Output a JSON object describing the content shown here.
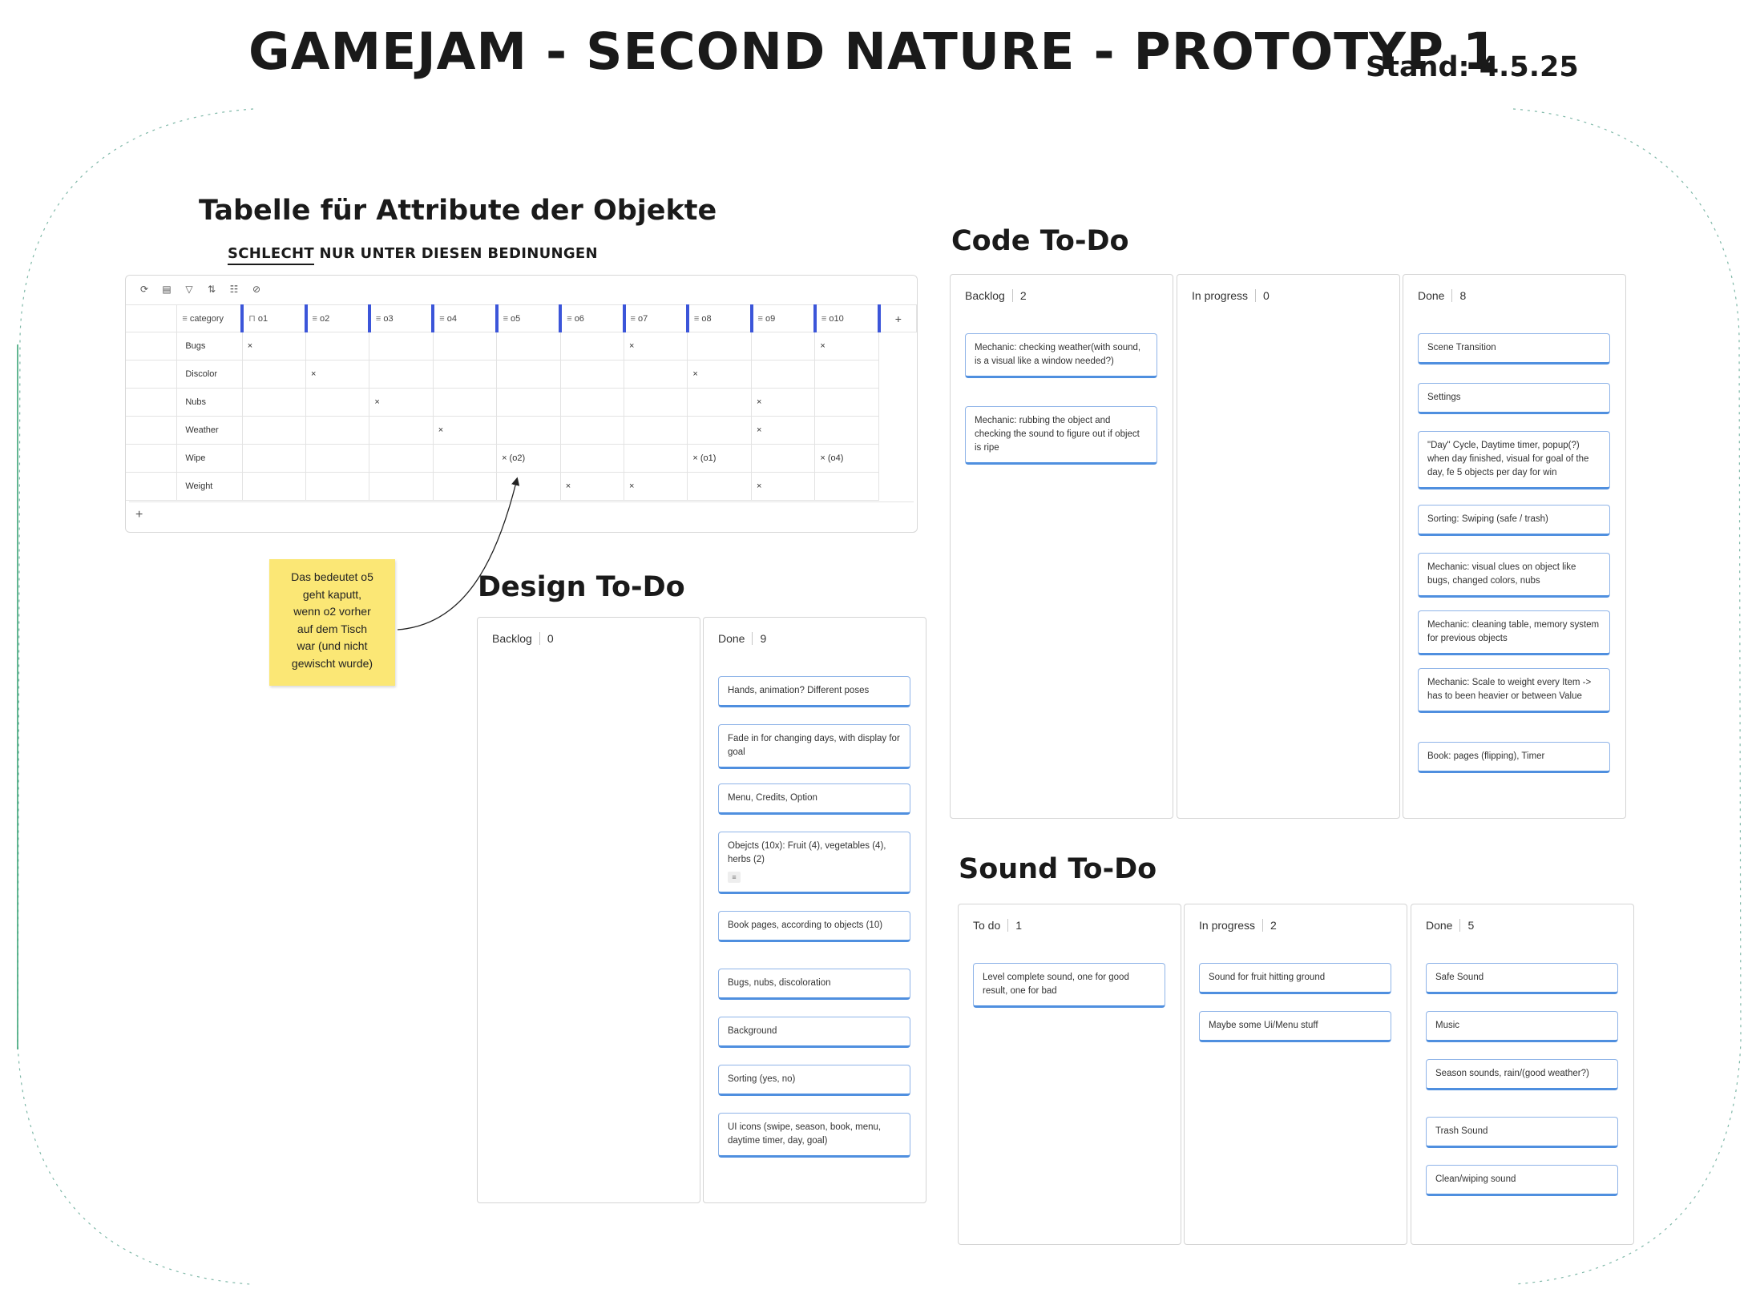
{
  "title": "GAMEJAM - SECOND NATURE - PROTOTYP 1",
  "stand": "Stand: 4.5.25",
  "attribute_table": {
    "heading": "Tabelle für Attribute der Objekte",
    "subheading_underlined": "SCHLECHT",
    "subheading_rest": " NUR UNTER DIESEN BEDINUNGEN",
    "toolbar_icons": [
      "refresh-icon",
      "layout-icon",
      "filter-icon",
      "sort-icon",
      "group-icon",
      "hide-icon"
    ],
    "columns": [
      "category",
      "o1",
      "o2",
      "o3",
      "o4",
      "o5",
      "o6",
      "o7",
      "o8",
      "o9",
      "o10"
    ],
    "add_column_label": "+",
    "add_row_label": "+",
    "rows": [
      {
        "category": "Bugs",
        "cells": [
          "×",
          "",
          "",
          "",
          "",
          "",
          "×",
          "",
          "",
          "×"
        ]
      },
      {
        "category": "Discolor",
        "cells": [
          "",
          "×",
          "",
          "",
          "",
          "",
          "",
          "×",
          "",
          ""
        ]
      },
      {
        "category": "Nubs",
        "cells": [
          "",
          "",
          "×",
          "",
          "",
          "",
          "",
          "",
          "×",
          ""
        ]
      },
      {
        "category": "Weather",
        "cells": [
          "",
          "",
          "",
          "×",
          "",
          "",
          "",
          "",
          "×",
          ""
        ]
      },
      {
        "category": "Wipe",
        "cells": [
          "",
          "",
          "",
          "",
          "× (o2)",
          "",
          "",
          "× (o1)",
          "",
          "× (o4)"
        ]
      },
      {
        "category": "Weight",
        "cells": [
          "",
          "",
          "",
          "",
          "",
          "×",
          "×",
          "",
          "×",
          ""
        ]
      }
    ]
  },
  "sticky_note": {
    "lines": [
      "Das bedeutet o5",
      "geht kaputt,",
      "wenn o2 vorher",
      "auf dem Tisch",
      "war (und nicht",
      "gewischt wurde)"
    ]
  },
  "design_todo": {
    "heading": "Design To-Do",
    "columns": [
      {
        "name": "Backlog",
        "count": "0",
        "cards": []
      },
      {
        "name": "Done",
        "count": "9",
        "cards": [
          "Hands, animation? Different poses",
          "Fade in for changing days, with display for goal",
          "Menu, Credits, Option",
          "Obejcts (10x): Fruit (4), vegetables (4), herbs (2)",
          "Book pages, according to objects (10)",
          "Bugs, nubs, discoloration",
          "Background",
          "Sorting (yes, no)",
          "UI icons (swipe, season, book, menu, daytime timer, day, goal)"
        ]
      }
    ]
  },
  "code_todo": {
    "heading": "Code To-Do",
    "columns": [
      {
        "name": "Backlog",
        "count": "2",
        "cards": [
          "Mechanic: checking weather(with sound, is a visual like a window needed?)",
          "Mechanic: rubbing the object and checking the sound to figure out if object is ripe"
        ]
      },
      {
        "name": "In progress",
        "count": "0",
        "cards": []
      },
      {
        "name": "Done",
        "count": "8",
        "cards": [
          "Scene Transition",
          "Settings",
          "\"Day\" Cycle, Daytime timer, popup(?) when day finished, visual for goal of the day, fe 5 objects per day for win",
          "Sorting: Swiping (safe / trash)",
          "Mechanic: visual clues on object like bugs, changed colors, nubs",
          "Mechanic: cleaning table, memory system for previous objects",
          "Mechanic: Scale to weight every Item -> has to been heavier or between Value",
          "Book: pages (flipping), Timer"
        ]
      }
    ]
  },
  "sound_todo": {
    "heading": "Sound To-Do",
    "columns": [
      {
        "name": "To do",
        "count": "1",
        "cards": [
          "Level complete sound, one for good result, one for bad"
        ]
      },
      {
        "name": "In progress",
        "count": "2",
        "cards": [
          "Sound for fruit hitting ground",
          "Maybe some Ui/Menu stuff"
        ]
      },
      {
        "name": "Done",
        "count": "5",
        "cards": [
          "Safe Sound",
          "Music",
          "Season sounds, rain/(good weather?)",
          "Trash Sound",
          "Clean/wiping sound"
        ]
      }
    ]
  },
  "colors": {
    "card_border": "#4f8fdf",
    "column_marker": "#3b55d9",
    "sticky": "#fbe775",
    "frame": "#7fb8a8"
  }
}
